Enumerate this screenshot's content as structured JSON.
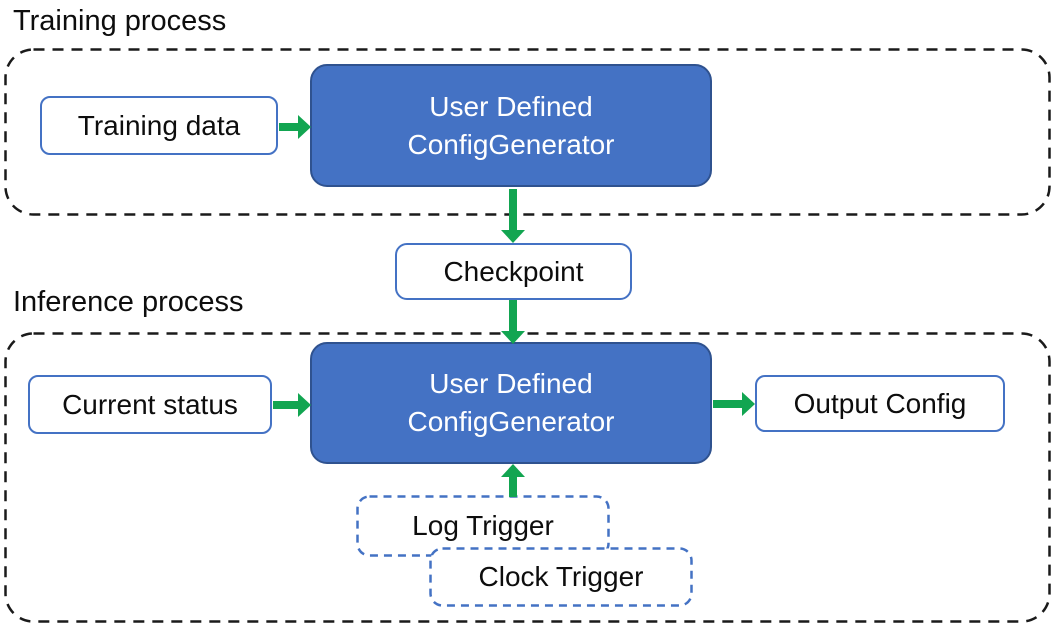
{
  "colors": {
    "node_fill": "#4472C4",
    "node_border": "#2F528F",
    "box_border": "#4472C4",
    "trigger_border": "#4472C4",
    "arrow": "#12A551",
    "container_border": "#1A1A1A",
    "text": "#0D0D0D",
    "node_text": "#FFFFFF"
  },
  "training": {
    "label": "Training process",
    "training_data": "Training data",
    "generator_line1": "User Defined",
    "generator_line2": "ConfigGenerator"
  },
  "checkpoint": {
    "label": "Checkpoint"
  },
  "inference": {
    "label": "Inference process",
    "current_status": "Current status",
    "generator_line1": "User Defined",
    "generator_line2": "ConfigGenerator",
    "output_config": "Output Config",
    "log_trigger": "Log Trigger",
    "clock_trigger": "Clock Trigger"
  }
}
